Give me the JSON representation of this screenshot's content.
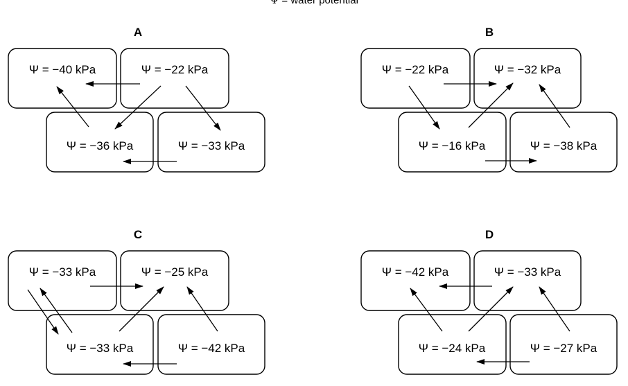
{
  "header": {
    "symbol": "Ψ",
    "text": " = water potential"
  },
  "panels": [
    {
      "letter": "A",
      "cells": [
        {
          "label": "Ψ = −40 kPa"
        },
        {
          "label": "Ψ = −22 kPa"
        },
        {
          "label": "Ψ = −36 kPa"
        },
        {
          "label": "Ψ = −33 kPa"
        }
      ]
    },
    {
      "letter": "B",
      "cells": [
        {
          "label": "Ψ = −22 kPa"
        },
        {
          "label": "Ψ = −32 kPa"
        },
        {
          "label": "Ψ = −16 kPa"
        },
        {
          "label": "Ψ = −38 kPa"
        }
      ]
    },
    {
      "letter": "C",
      "cells": [
        {
          "label": "Ψ = −33 kPa"
        },
        {
          "label": "Ψ = −25 kPa"
        },
        {
          "label": "Ψ = −33 kPa"
        },
        {
          "label": "Ψ = −42 kPa"
        }
      ]
    },
    {
      "letter": "D",
      "cells": [
        {
          "label": "Ψ = −42 kPa"
        },
        {
          "label": "Ψ = −33 kPa"
        },
        {
          "label": "Ψ = −24 kPa"
        },
        {
          "label": "Ψ = −27 kPa"
        }
      ]
    }
  ]
}
